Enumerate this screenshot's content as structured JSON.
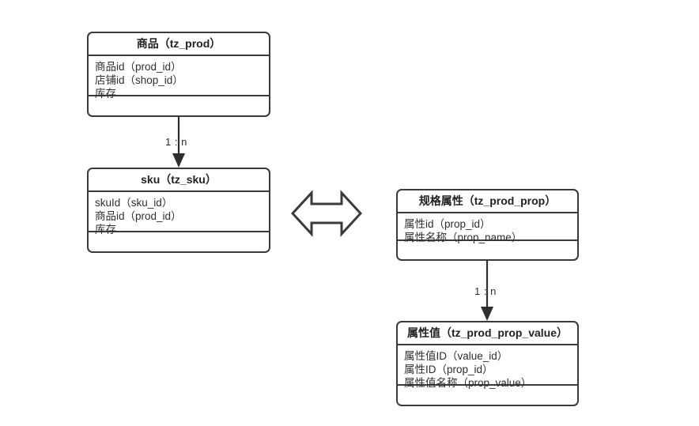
{
  "diagram": {
    "type": "er-diagram",
    "background_color": "#ffffff",
    "border_color": "#3a3a3a",
    "text_color": "#2e2e2e",
    "entities": [
      {
        "id": "prod",
        "title": "商品（tz_prod）",
        "fields": [
          "商品id（prod_id）",
          "店铺id（shop_id）",
          "库存"
        ],
        "footer": ""
      },
      {
        "id": "sku",
        "title": "sku（tz_sku）",
        "fields": [
          "skuId（sku_id）",
          "商品id（prod_id）",
          "库存"
        ],
        "footer": ""
      },
      {
        "id": "prop",
        "title": "规格属性（tz_prod_prop）",
        "fields": [
          "属性id（prop_id）",
          "属性名称（prop_name）"
        ],
        "footer": ""
      },
      {
        "id": "prop_value",
        "title": "属性值（tz_prod_prop_value）",
        "fields": [
          "属性值ID（value_id）",
          "属性ID（prop_id）",
          "属性值名称（prop_value）"
        ],
        "footer": ""
      }
    ],
    "relationships": [
      {
        "id": "prod-to-sku",
        "from": "prod",
        "to": "sku",
        "label": "1 : n",
        "arrow": "filled-triangle-down"
      },
      {
        "id": "prop-to-prop-value",
        "from": "prop",
        "to": "prop_value",
        "label": "1 : n",
        "arrow": "filled-triangle-down"
      }
    ],
    "connectors": [
      {
        "id": "sku-prop-link",
        "icon": "double-headed-arrow-icon",
        "direction": "left-right",
        "style": "hollow-outline"
      }
    ]
  }
}
